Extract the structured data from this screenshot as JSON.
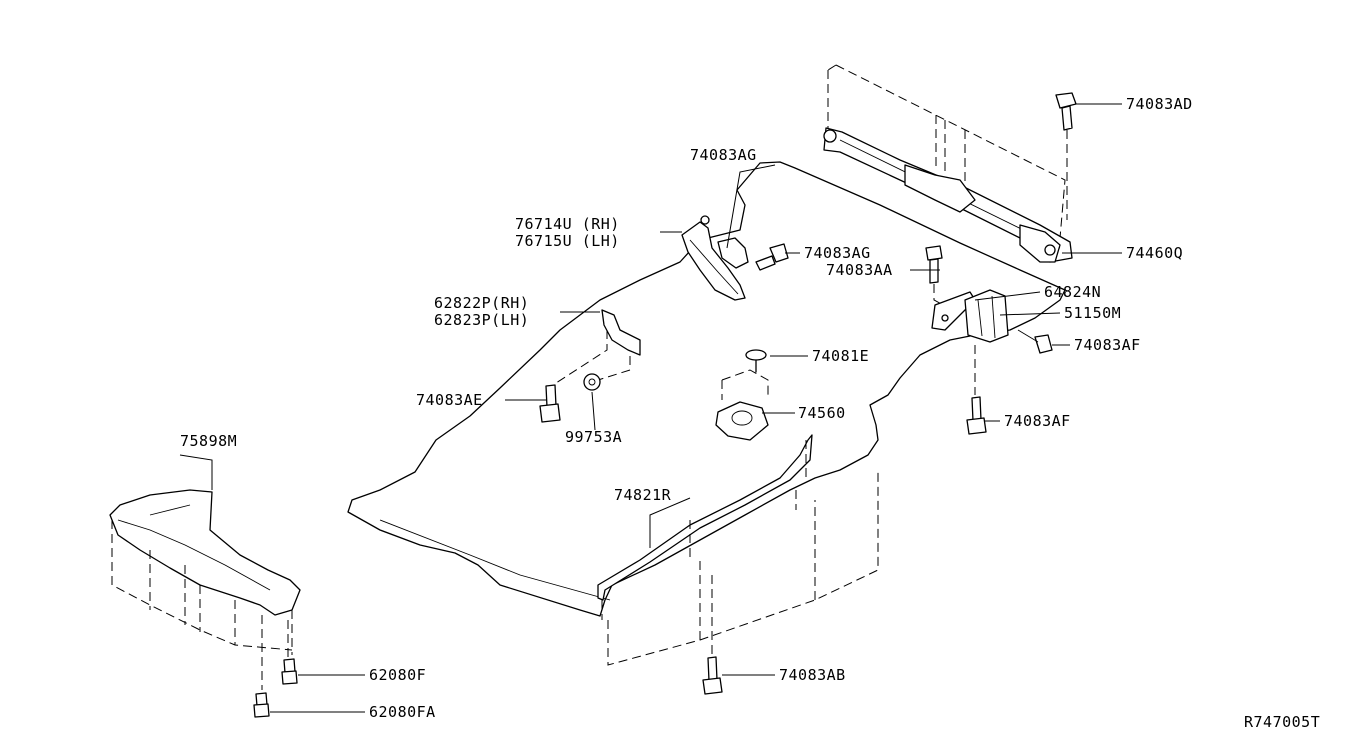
{
  "diagram_id": "R747005T",
  "callouts": {
    "c74083AD": "74083AD",
    "c74460Q": "74460Q",
    "c74083AG_top": "74083AG",
    "c76714U": "76714U (RH)",
    "c76715U": "76715U (LH)",
    "c74083AG_mid": "74083AG",
    "c74083AA": "74083AA",
    "c64824N": "64824N",
    "c51150M": "51150M",
    "c74083AF_upper": "74083AF",
    "c74083AF_lower": "74083AF",
    "c62822P": "62822P(RH)",
    "c62823P": "62823P(LH)",
    "c74081E": "74081E",
    "c74083AE": "74083AE",
    "c74560": "74560",
    "c99753A": "99753A",
    "c75898M": "75898M",
    "c74821R": "74821R",
    "c62080F": "62080F",
    "c62080FA": "62080FA",
    "c74083AB": "74083AB"
  }
}
